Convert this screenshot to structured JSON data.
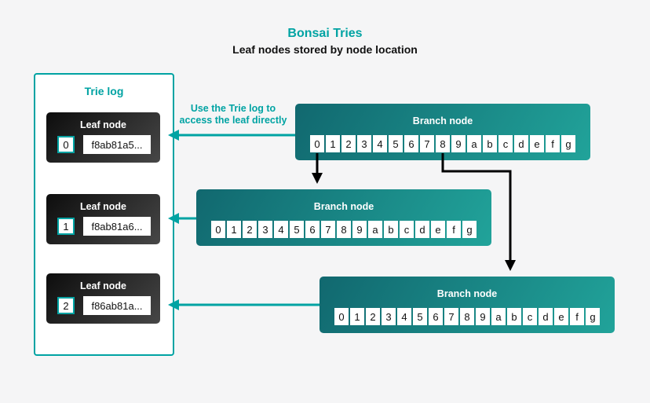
{
  "title": "Bonsai Tries",
  "subtitle": "Leaf nodes stored by node location",
  "annotation": "Use the Trie log to access the leaf directly",
  "colors": {
    "accent_teal": "#00a3a3",
    "background": "#f5f5f6",
    "branch_gradient_start": "#11686f",
    "branch_gradient_end": "#21a39a",
    "leaf_gradient_start": "#0d0d0d",
    "leaf_gradient_end": "#474747",
    "arrow_black": "#000000"
  },
  "trie_log": {
    "title": "Trie log",
    "leaves": [
      {
        "label": "Leaf node",
        "index": "0",
        "hash": "f8ab81a5..."
      },
      {
        "label": "Leaf node",
        "index": "1",
        "hash": "f8ab81a6..."
      },
      {
        "label": "Leaf node",
        "index": "2",
        "hash": "f86ab81a..."
      }
    ]
  },
  "branch_nodes": [
    {
      "label": "Branch node",
      "cells": [
        "0",
        "1",
        "2",
        "3",
        "4",
        "5",
        "6",
        "7",
        "8",
        "9",
        "a",
        "b",
        "c",
        "d",
        "e",
        "f",
        "g"
      ]
    },
    {
      "label": "Branch node",
      "cells": [
        "0",
        "1",
        "2",
        "3",
        "4",
        "5",
        "6",
        "7",
        "8",
        "9",
        "a",
        "b",
        "c",
        "d",
        "e",
        "f",
        "g"
      ]
    },
    {
      "label": "Branch node",
      "cells": [
        "0",
        "1",
        "2",
        "3",
        "4",
        "5",
        "6",
        "7",
        "8",
        "9",
        "a",
        "b",
        "c",
        "d",
        "e",
        "f",
        "g"
      ]
    }
  ]
}
